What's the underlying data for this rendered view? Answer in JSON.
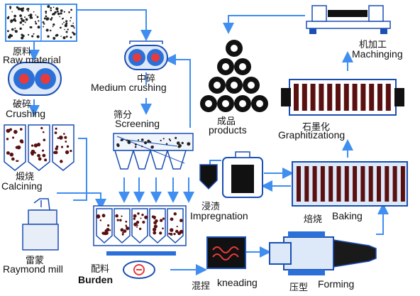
{
  "steps": {
    "raw_material": {
      "cn": "原料",
      "en": "Raw material"
    },
    "crushing": {
      "cn": "破碎",
      "en": "Crushing"
    },
    "calcining": {
      "cn": "煅烧",
      "en": "Calcining"
    },
    "raymond_mill": {
      "cn": "雷蒙",
      "en": "Raymond mill"
    },
    "medium_crushing": {
      "cn": "中碎",
      "en": "Medium crushing"
    },
    "screening": {
      "cn": "筛分",
      "en": "Screening"
    },
    "burden": {
      "cn": "配料",
      "en": "Burden"
    },
    "kneading": {
      "cn": "混捏",
      "en": "kneading"
    },
    "forming": {
      "cn": "压型",
      "en": "Forming"
    },
    "baking": {
      "cn": "焙烧",
      "en": "Baking"
    },
    "impregnation": {
      "cn": "浸渍",
      "en": "Impregnation"
    },
    "graphitizing": {
      "cn": "石墨化",
      "en": "Graphitizationg"
    },
    "machining": {
      "cn": "机加工",
      "en": "Machinging"
    },
    "products": {
      "cn": "成品",
      "en": "products"
    }
  },
  "colors": {
    "arrow": "#3f8ef0",
    "equipment": "#1a4fb4",
    "fill_light": "#e8eef8",
    "rod": "#5a0f0f",
    "crusher": "#e83a3a"
  }
}
